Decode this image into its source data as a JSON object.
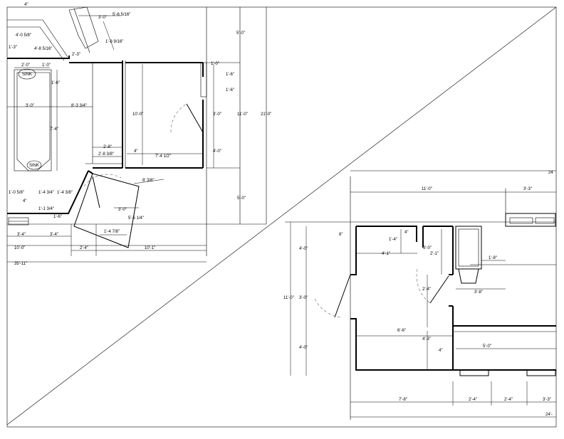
{
  "drawing": {
    "plan_left": {
      "dims": {
        "d4in_top": "4\"",
        "d3_0_top": "3'-0\"",
        "d5_6_5_16": "5'-6 5/16\"",
        "d4_0_5_8": "4'-0 5/8\"",
        "d4_8_5_16": "4'-8 5/16\"",
        "d1_8_9_16": "1'-8 9/16\"",
        "d1_3": "1'-3\"",
        "d2_3": "2'-3\"",
        "d5_0_a": "5'-0\"",
        "d1_0_a": "1'-0\"",
        "d2_0": "2'-0\"",
        "d1_6_a": "1'-6\"",
        "d1_6_b": "1'-6\"",
        "d1_6_c": "1'-6\"",
        "d3_0_mid": "3'-0\"",
        "d8_3_3_4": "8'-3 3/4\"",
        "d10_0": "10'-0\"",
        "d7_4": "7'-4\"",
        "d3_0_right": "3'-0\"",
        "d11_0": "11'-0\"",
        "d21_0": "21'-0\"",
        "d2_8": "2'-8\"",
        "d2_8_3_8": "2'-8 3/8\"",
        "d4in_mid": "4\"",
        "d7_4_1_2": "7'-4 1/2\"",
        "d4_0": "4'-0\"",
        "d8_3_8": "8' 3/8\"",
        "d1_0_5_8": "1'-0 5/8\"",
        "d1_4_3_4": "1'-4 3/4\"",
        "d1_4_3_8": "1'-4 3/8\"",
        "d4in_low": "4\"",
        "d1_1_3_4": "1'-1 3/4\"",
        "d1_6_low": "1'-6\"",
        "d3_0_low": "3'-0\"",
        "d5_6_1_4": "5'-6 1/4\"",
        "d1_4_7_8": "1'-4 7/8\"",
        "d5_0_b": "5'-0\"",
        "d3_4_a": "3'-4\"",
        "d3_4_b": "3'-4\"",
        "d10_0_bot": "10'-0\"",
        "d2_4_bot": "2'-4\"",
        "d10_1": "10'-1\"",
        "d35_11": "35'-11\""
      },
      "fixtures": {
        "sink_a": "SINK",
        "sink_b": "SINK"
      }
    },
    "plan_right": {
      "dims": {
        "d24_top": "24",
        "d11_0_top": "11'-0\"",
        "d3_3_top": "3'-3\"",
        "d6in": "6\"",
        "d1_4": "1'-4\"",
        "d4in_a": "4\"",
        "d3_0": "3'-0\"",
        "d2_1": "2'-1\"",
        "d4_1": "4'-1\"",
        "d1_8": "1'-8\"",
        "d4_0_a": "4'-0\"",
        "d2_4_mid": "2'-4\"",
        "d3_8": "3'-8\"",
        "d11_0_side": "11'-0\"",
        "d3_0_side": "3'-0\"",
        "d6_6": "6'-6\"",
        "d4_3": "4'-3\"",
        "d4_0_b": "4'-0\"",
        "d4in_b": "4\"",
        "d5_0": "5'-0\"",
        "d7_8": "7'-8\"",
        "d2_4_a": "2'-4\"",
        "d2_4_b": "2'-4\"",
        "d3_3_bot": "3'-3\"",
        "d24_bot": "24'-"
      }
    }
  }
}
